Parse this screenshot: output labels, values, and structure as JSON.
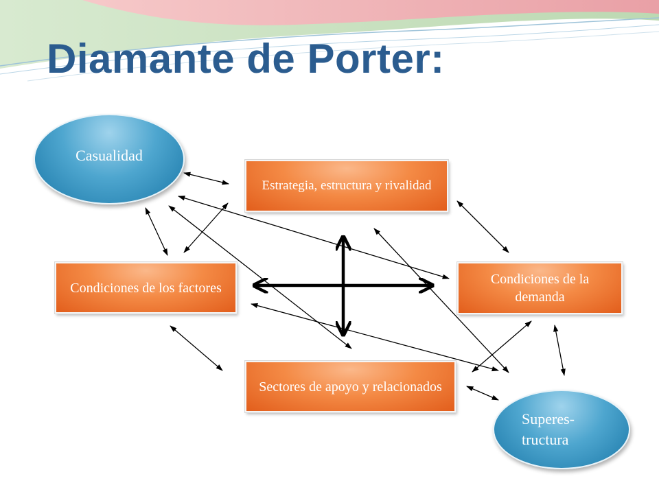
{
  "slide": {
    "title": "Diamante de Porter:"
  },
  "nodes": {
    "casualidad": "Casualidad",
    "estrategia": "Estrategia, estructura y rivalidad",
    "factores": "Condiciones de los factores",
    "demanda": "Condiciones de la demanda",
    "sectores": "Sectores de apoyo y relacionados",
    "superestructura_line1": "Superes-",
    "superestructura_line2": "tructura"
  },
  "colors": {
    "title": "#2b5c8f",
    "box_orange": "#f48a45",
    "oval_blue": "#4ea6cf",
    "arrow": "#000000"
  }
}
